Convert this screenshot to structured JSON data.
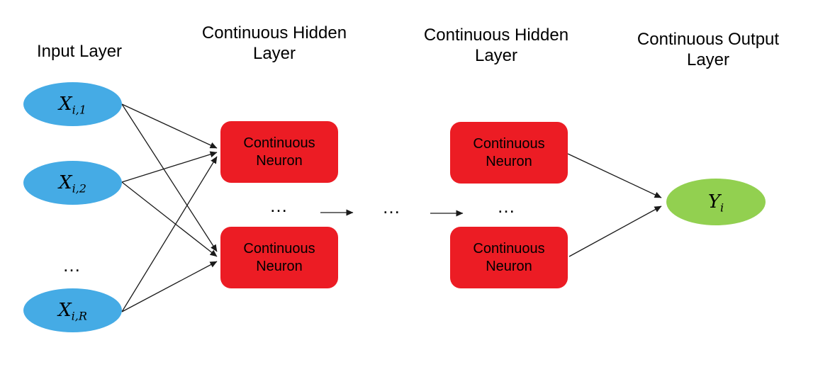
{
  "titles": {
    "input_layer": "Input Layer",
    "hidden_layer_1": "Continuous Hidden Layer",
    "hidden_layer_2": "Continuous Hidden Layer",
    "output_layer": "Continuous Output Layer"
  },
  "nodes": {
    "inputs": [
      {
        "base": "X",
        "sub": "i,1"
      },
      {
        "base": "X",
        "sub": "i,2"
      },
      {
        "base": "X",
        "sub": "i,R"
      }
    ],
    "hidden_neurons": [
      {
        "label": "Continuous Neuron"
      },
      {
        "label": "Continuous Neuron"
      },
      {
        "label": "Continuous Neuron"
      },
      {
        "label": "Continuous Neuron"
      }
    ],
    "output": {
      "base": "Y",
      "sub": "i"
    }
  },
  "ellipsis": "…",
  "colors": {
    "input_node": "#45ABE5",
    "hidden_node": "#EC1C24",
    "output_node": "#92D050",
    "edge": "#000000",
    "background": "#FFFFFF"
  }
}
